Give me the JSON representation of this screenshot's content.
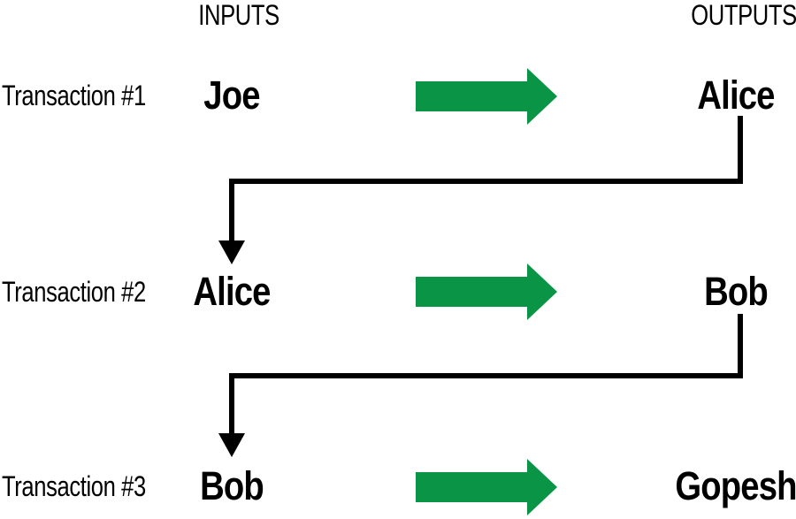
{
  "diagram": {
    "columns": {
      "inputs_header": "INPUTS",
      "outputs_header": "OUTPUTS"
    },
    "transactions": [
      {
        "label": "Transaction #1",
        "input": "Joe",
        "output": "Alice"
      },
      {
        "label": "Transaction #2",
        "input": "Alice",
        "output": "Bob"
      },
      {
        "label": "Transaction #3",
        "input": "Bob",
        "output": "Gopesh"
      }
    ],
    "connectors": [
      {
        "from_output_of": "Transaction #1",
        "to_input_of": "Transaction #2"
      },
      {
        "from_output_of": "Transaction #2",
        "to_input_of": "Transaction #3"
      }
    ],
    "icons": {
      "transfer_arrow": "green-right-block-arrow",
      "connector_arrowhead": "black-down-arrowhead"
    },
    "colors": {
      "arrow_green": "#0a9446",
      "line_black": "#000000",
      "background": "#ffffff"
    }
  }
}
